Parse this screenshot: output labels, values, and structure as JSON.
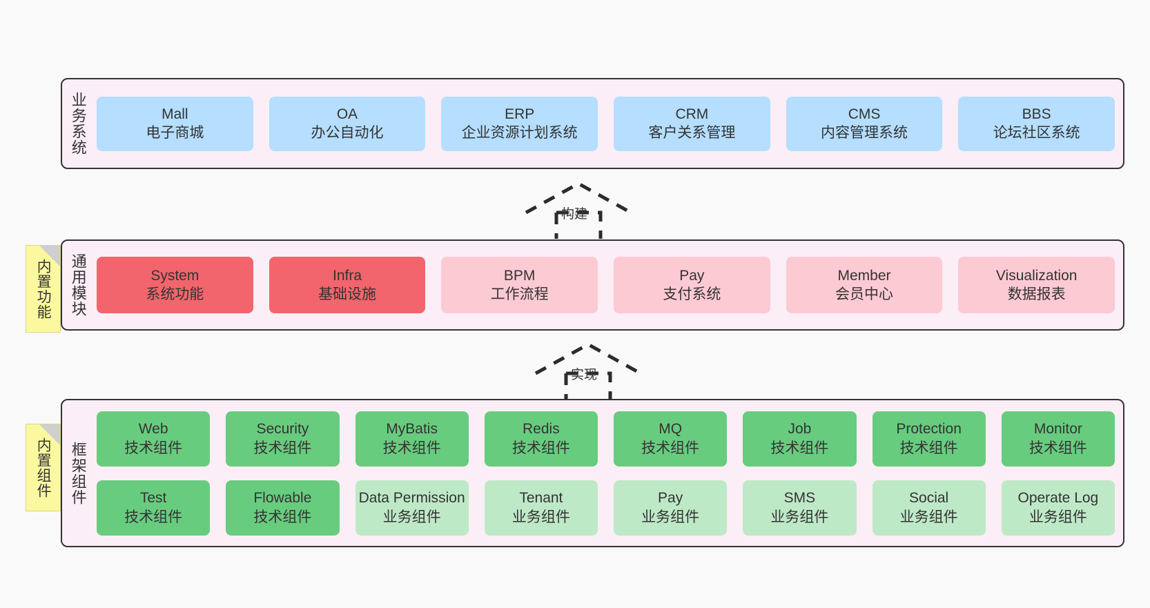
{
  "diagram": {
    "title_hidden": "",
    "background": "#f9f9f9",
    "colors": {
      "layer_bg": "#fbeef6",
      "layer_border": "#333333",
      "business_card": "#b5deff",
      "module_primary": "#f2656c",
      "module_secondary": "#fccad3",
      "tech_component": "#68cc7f",
      "business_component": "#bee9c7",
      "note_bg": "#fbf8a0",
      "note_fold": "#cfcfcf"
    }
  },
  "layers": {
    "business": {
      "title": "业务系统",
      "cards": [
        {
          "en": "Mall",
          "cn": "电子商城"
        },
        {
          "en": "OA",
          "cn": "办公自动化"
        },
        {
          "en": "ERP",
          "cn": "企业资源计划系统"
        },
        {
          "en": "CRM",
          "cn": "客户关系管理"
        },
        {
          "en": "CMS",
          "cn": "内容管理系统"
        },
        {
          "en": "BBS",
          "cn": "论坛社区系统"
        }
      ]
    },
    "modules": {
      "title": "通用模块",
      "note": "内置功能",
      "cards": [
        {
          "en": "System",
          "cn": "系统功能",
          "style": "red"
        },
        {
          "en": "Infra",
          "cn": "基础设施",
          "style": "red"
        },
        {
          "en": "BPM",
          "cn": "工作流程",
          "style": "pink"
        },
        {
          "en": "Pay",
          "cn": "支付系统",
          "style": "pink"
        },
        {
          "en": "Member",
          "cn": "会员中心",
          "style": "pink"
        },
        {
          "en": "Visualization",
          "cn": "数据报表",
          "style": "pink"
        }
      ]
    },
    "framework": {
      "title": "框架组件",
      "note": "内置组件",
      "row1": [
        {
          "en": "Web",
          "cn": "技术组件",
          "style": "green"
        },
        {
          "en": "Security",
          "cn": "技术组件",
          "style": "green"
        },
        {
          "en": "MyBatis",
          "cn": "技术组件",
          "style": "green"
        },
        {
          "en": "Redis",
          "cn": "技术组件",
          "style": "green"
        },
        {
          "en": "MQ",
          "cn": "技术组件",
          "style": "green"
        },
        {
          "en": "Job",
          "cn": "技术组件",
          "style": "green"
        },
        {
          "en": "Protection",
          "cn": "技术组件",
          "style": "green"
        },
        {
          "en": "Monitor",
          "cn": "技术组件",
          "style": "green"
        }
      ],
      "row2": [
        {
          "en": "Test",
          "cn": "技术组件",
          "style": "green"
        },
        {
          "en": "Flowable",
          "cn": "技术组件",
          "style": "green"
        },
        {
          "en": "Data Permission",
          "cn": "业务组件",
          "style": "lgreen",
          "wrap": true
        },
        {
          "en": "Tenant",
          "cn": "业务组件",
          "style": "lgreen"
        },
        {
          "en": "Pay",
          "cn": "业务组件",
          "style": "lgreen"
        },
        {
          "en": "SMS",
          "cn": "业务组件",
          "style": "lgreen"
        },
        {
          "en": "Social",
          "cn": "业务组件",
          "style": "lgreen"
        },
        {
          "en": "Operate Log",
          "cn": "业务组件",
          "style": "lgreen"
        }
      ]
    }
  },
  "connectors": [
    {
      "label": "构建",
      "from": "通用模块",
      "to": "业务系统"
    },
    {
      "label": "实现",
      "from": "框架组件",
      "to": "通用模块"
    }
  ]
}
